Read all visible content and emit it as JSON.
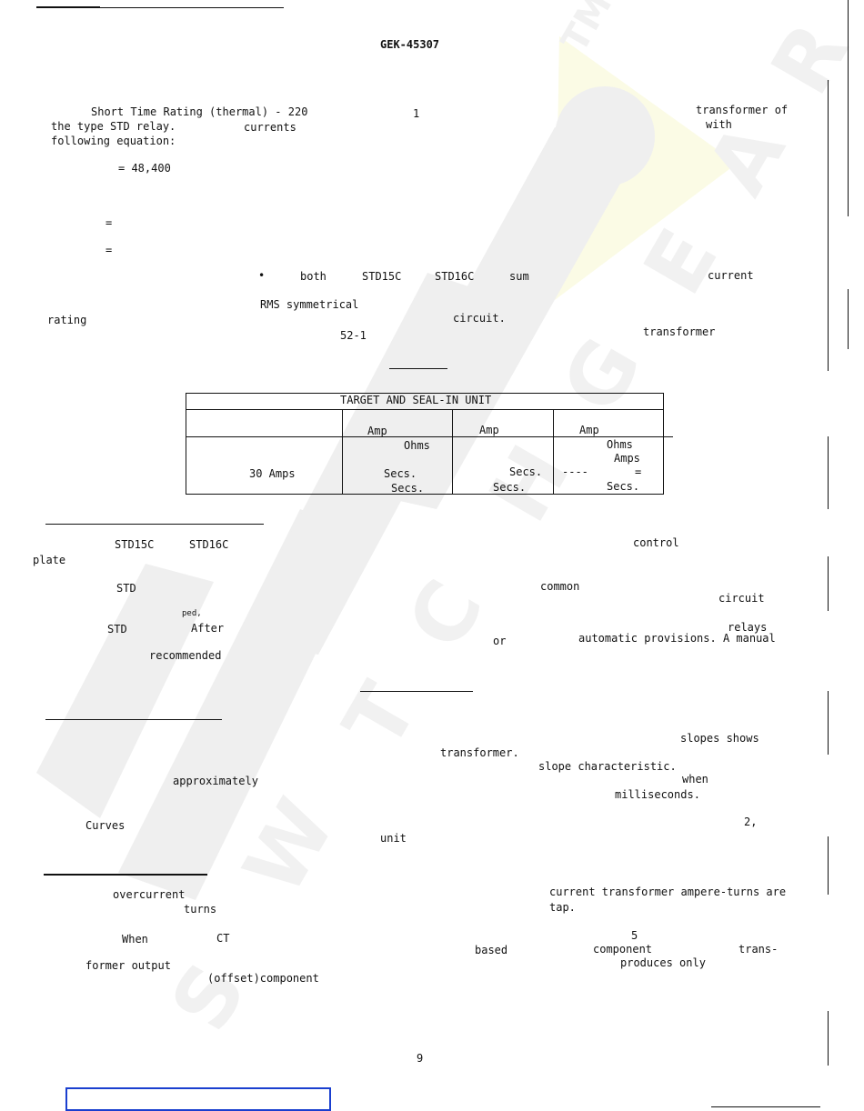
{
  "header": {
    "doc_number": "GEK-45307"
  },
  "paragraph1": {
    "short_time_rating_label": "Short Time Rating (thermal) - 220",
    "num_1": "1",
    "transformer_of": "transformer of",
    "the_type_std_relay": "the type STD relay.",
    "currents": "currents",
    "with": "with",
    "following_equation": "following equation:",
    "equation_value": "= 48,400",
    "eq_sign_1": "=",
    "eq_sign_2": "="
  },
  "paragraph2": {
    "bullet": "•",
    "both": "both",
    "std15c": "STD15C",
    "std16c": "STD16C",
    "sum": "sum",
    "current": "current",
    "rms_symmetrical": "RMS symmetrical",
    "rating": "rating",
    "circuit": "circuit.",
    "ref_52_1": "52-1",
    "transformer": "transformer"
  },
  "table": {
    "title": "TARGET AND SEAL-IN UNIT",
    "col_headers": [
      "Amp",
      "Amp",
      "Amp"
    ],
    "row1": [
      "Ohms",
      "Ohms"
    ],
    "row1_amps": "Amps",
    "row_label": "30 Amps",
    "secs_1a": "Secs.",
    "secs_1b": "Secs.",
    "secs_2a": "Secs.",
    "secs_2b": "Secs.",
    "dash": "----",
    "eq": "=",
    "secs_3": "Secs."
  },
  "section2": {
    "std15c": "STD15C",
    "std16c": "STD16C",
    "control": "control",
    "plate": "plate",
    "std_1": "STD",
    "common": "common",
    "circuit": "circuit",
    "ped": "ped,",
    "std_2": "STD",
    "after": "After",
    "relays": "relays",
    "or": "or",
    "automatic_provisions": "automatic provisions. A manual",
    "recommended": "recommended"
  },
  "section3": {
    "slopes_shows": "slopes shows",
    "transformer": "transformer.",
    "slope_characteristic": "slope characteristic.",
    "approximately": "approximately",
    "when": "when",
    "milliseconds": "milliseconds.",
    "curves": "Curves",
    "num_2": "2,",
    "unit": "unit"
  },
  "section4": {
    "overcurrent": "overcurrent",
    "ct_ampere_turns": "current transformer ampere-turns are",
    "turns": "turns",
    "tap": "tap.",
    "when": "When",
    "ct": "CT",
    "num_5": "5",
    "based": "based",
    "component": "component",
    "trans": "trans-",
    "former_output": "former output",
    "produces_only": "produces only",
    "offset_component": "(offset)component"
  },
  "footer": {
    "page_number": "9"
  }
}
